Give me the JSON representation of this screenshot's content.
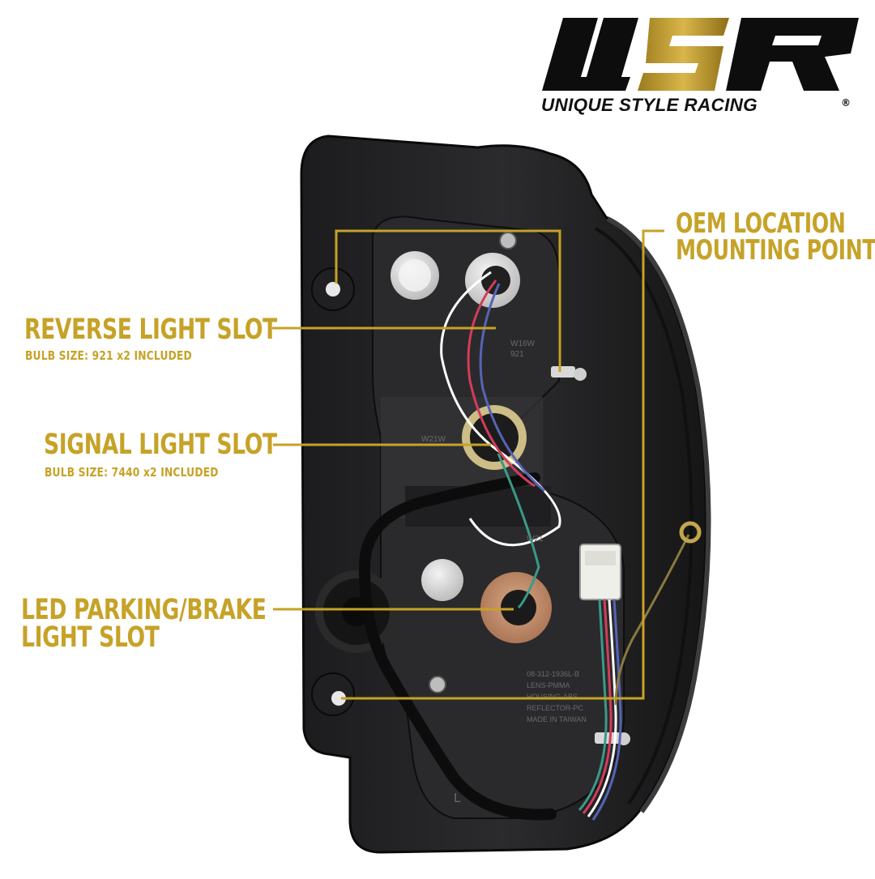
{
  "brand": {
    "logo_text": "USR",
    "tagline": "UNIQUE STYLE RACING",
    "registered_mark": "®",
    "accent_color": "#c6a227"
  },
  "callouts": {
    "mounting": {
      "line1": "OEM LOCATION",
      "line2": "MOUNTING POINTS"
    },
    "reverse": {
      "title": "REVERSE LIGHT SLOT",
      "sub": "BULB SIZE: 921 x2 INCLUDED"
    },
    "signal": {
      "title": "SIGNAL LIGHT SLOT",
      "sub": "BULB SIZE: 7440 x2 INCLUDED"
    },
    "parking": {
      "line1": "LED PARKING/BRAKE",
      "line2": "LIGHT SLOT"
    }
  },
  "housing_text": {
    "upper_socket": "W16W",
    "upper_socket2": "921",
    "mid_socket": "W21W",
    "lower_socket": "W21",
    "embossed": [
      "08-312-1936L-B",
      "LENS-PMMA",
      "HOUSING-ABS",
      "REFLECTOR-PC",
      "MADE IN TAIWAN"
    ],
    "side_mark": "L"
  }
}
